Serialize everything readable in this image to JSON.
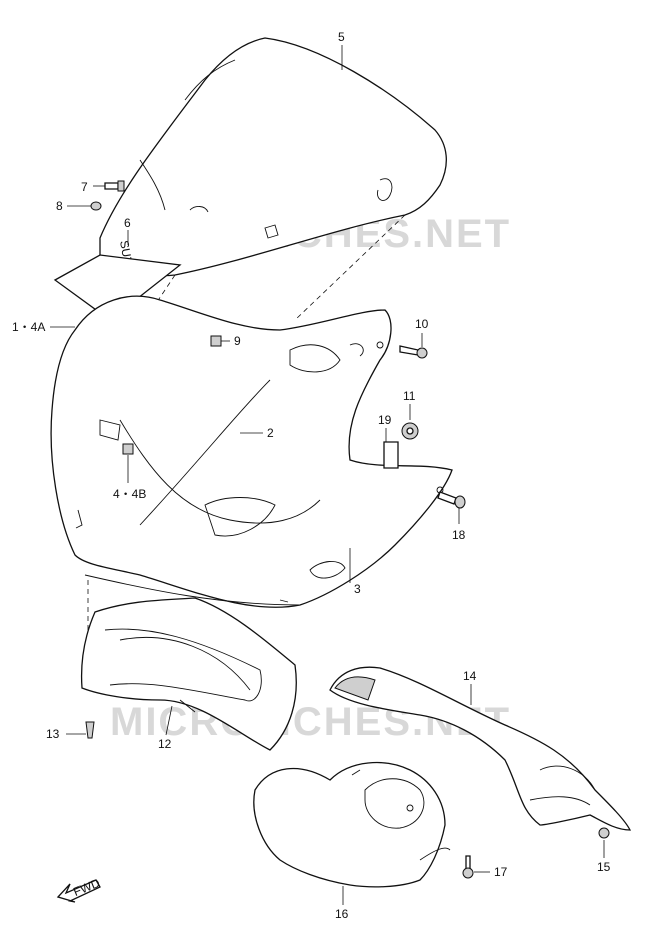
{
  "watermarks": [
    "MICROFICHES.NET",
    "MICROFICHES.NET"
  ],
  "brand_decal": "SUZUKI",
  "fwd_label": "FWD",
  "callouts": {
    "p5": "5",
    "p7": "7",
    "p8": "8",
    "p6": "6",
    "p1_4a": "1・4A",
    "p9": "9",
    "p10": "10",
    "p2": "2",
    "p11": "11",
    "p19": "19",
    "p4_4b": "4・4B",
    "p18": "18",
    "p3": "3",
    "p14": "14",
    "p13": "13",
    "p12": "12",
    "p15": "15",
    "p17": "17",
    "p16": "16"
  },
  "icons": {
    "fwd_arrow": "fwd-arrow-icon"
  }
}
